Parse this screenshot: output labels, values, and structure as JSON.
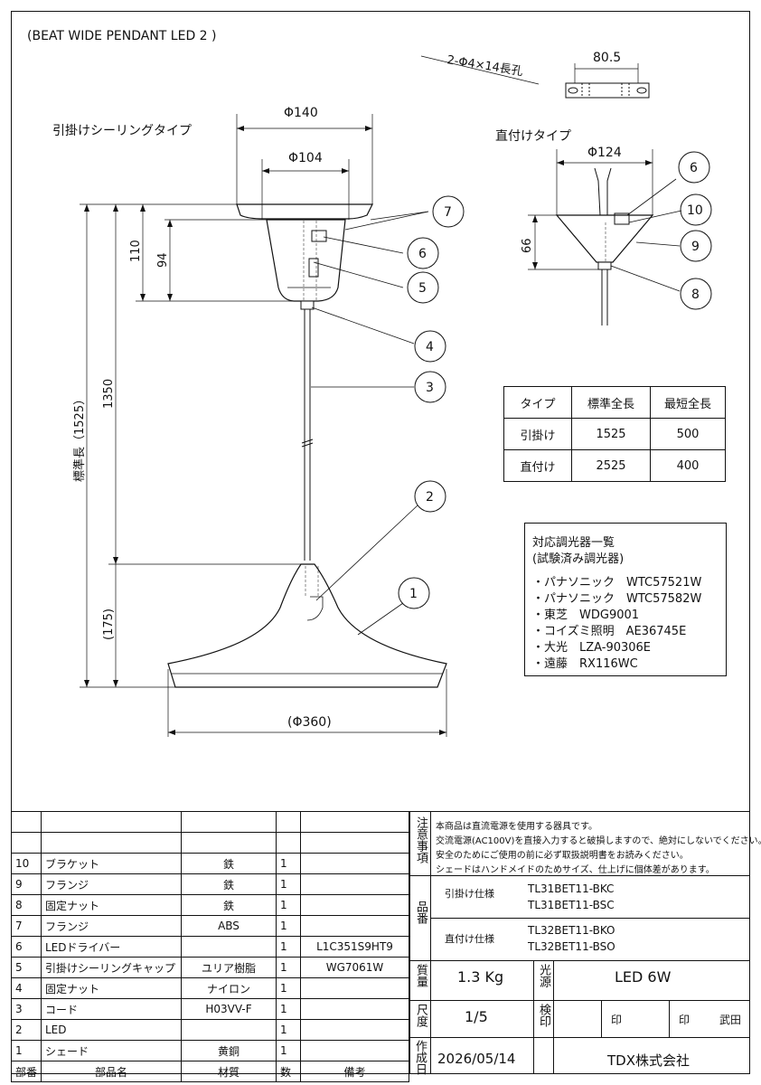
{
  "title": "(BEAT WIDE PENDANT LED 2 )",
  "labels": {
    "hook_type": "引掛けシーリングタイプ",
    "direct_type": "直付けタイプ",
    "slot": "2-Φ4×14長孔",
    "standard_length": "標準長（1525）"
  },
  "dims": {
    "d140": "Φ140",
    "d104": "Φ104",
    "d124": "Φ124",
    "d360": "(Φ360)",
    "w80": "80.5",
    "h110": "110",
    "h94": "94",
    "h66": "66",
    "h1350": "1350",
    "h175": "(175)"
  },
  "callouts": [
    "1",
    "2",
    "3",
    "4",
    "5",
    "6",
    "7",
    "6",
    "10",
    "9",
    "8"
  ],
  "spec_table": {
    "headers": [
      "タイプ",
      "標準全長",
      "最短全長"
    ],
    "rows": [
      [
        "引掛け",
        "1525",
        "500"
      ],
      [
        "直付け",
        "2525",
        "400"
      ]
    ]
  },
  "dimmers": {
    "title1": "対応調光器一覧",
    "title2": "(試験済み調光器)",
    "items": [
      "・パナソニック　WTC57521W",
      "・パナソニック　WTC57582W",
      "・東芝　WDG9001",
      "・コイズミ照明　AE36745E",
      "・大光　LZA-90306E",
      "・遠藤　RX116WC"
    ]
  },
  "parts": {
    "footer": [
      "部番",
      "部品名",
      "材質",
      "数",
      "備考"
    ],
    "rows": [
      [
        "10",
        "ブラケット",
        "鉄",
        "1",
        ""
      ],
      [
        "9",
        "フランジ",
        "鉄",
        "1",
        ""
      ],
      [
        "8",
        "固定ナット",
        "鉄",
        "1",
        ""
      ],
      [
        "7",
        "フランジ",
        "ABS",
        "1",
        ""
      ],
      [
        "6",
        "LEDドライバー",
        "",
        "1",
        "L1C351S9HT9"
      ],
      [
        "5",
        "引掛けシーリングキャップ",
        "ユリア樹脂",
        "1",
        "WG7061W"
      ],
      [
        "4",
        "固定ナット",
        "ナイロン",
        "1",
        ""
      ],
      [
        "3",
        "コード",
        "H03VV-F",
        "1",
        ""
      ],
      [
        "2",
        "LED",
        "",
        "1",
        ""
      ],
      [
        "1",
        "シェード",
        "黄銅",
        "1",
        ""
      ]
    ]
  },
  "notes": {
    "label": "注意事項",
    "lines": [
      "本商品は直流電源を使用する器具です。",
      "交流電源(AC100V)を直接入力すると破損しますので、絶対にしないでください。",
      "安全のためにご使用の前に必ず取扱説明書をお読みください。",
      "シェードはハンドメイドのためサイズ、仕上げに個体差があります。"
    ]
  },
  "product": {
    "label": "品番",
    "hook_spec": "引掛け仕様",
    "hook_codes": [
      "TL31BET11-BKC",
      "TL31BET11-BSC"
    ],
    "direct_spec": "直付け仕様",
    "direct_codes": [
      "TL32BET11-BKO",
      "TL32BET11-BSO"
    ]
  },
  "weight": {
    "label": "質量",
    "value": "1.3  Kg"
  },
  "light": {
    "label": "光源",
    "value": "LED 6W"
  },
  "scale": {
    "label": "尺度",
    "value": "1/5"
  },
  "check": {
    "label": "検印",
    "stamp": "印",
    "stamp2": "印",
    "name": "武田"
  },
  "date": {
    "label": "作成日",
    "value": "2026/05/14"
  },
  "company": "TDX株式会社"
}
